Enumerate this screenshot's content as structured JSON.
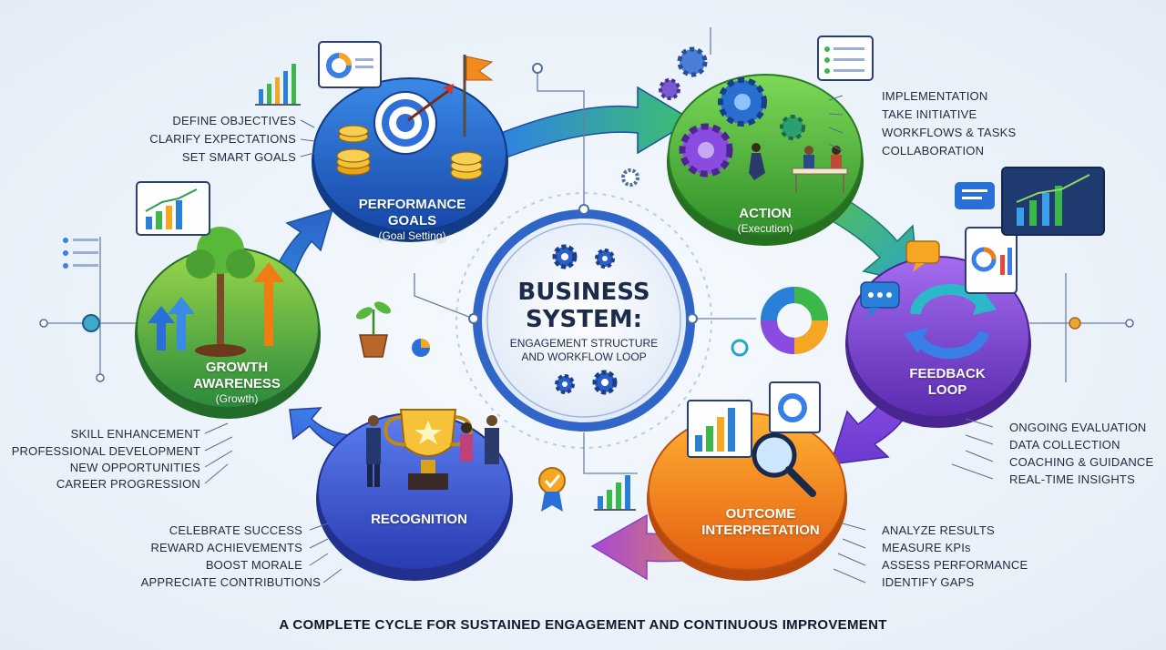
{
  "center": {
    "title_line1": "BUSINESS",
    "title_line2": "SYSTEM:",
    "subtitle_line1": "ENGAGEMENT STRUCTURE",
    "subtitle_line2": "AND WORKFLOW LOOP"
  },
  "stages": {
    "performance_goals": {
      "title_line1": "PERFORMANCE",
      "title_line2": "GOALS",
      "subtitle": "(Goal Setting)",
      "color": "#1e63c9",
      "items": [
        "DEFINE OBJECTIVES",
        "CLARIFY EXPECTATIONS",
        "SET SMART GOALS"
      ]
    },
    "action": {
      "title": "ACTION",
      "subtitle": "(Execution)",
      "color": "#3fae3a",
      "items": [
        "IMPLEMENTATION",
        "TAKE INITIATIVE",
        "WORKFLOWS & TASKS",
        "COLLABORATION"
      ]
    },
    "feedback_loop": {
      "title_line1": "FEEDBACK",
      "title_line2": "LOOP",
      "color": "#7b3fd0",
      "items": [
        "ONGOING EVALUATION",
        "DATA COLLECTION",
        "COACHING & GUIDANCE",
        "REAL-TIME INSIGHTS"
      ]
    },
    "outcome_interpretation": {
      "title_line1": "OUTCOME",
      "title_line2": "INTERPRETATION",
      "color": "#f07c12",
      "items": [
        "ANALYZE RESULTS",
        "MEASURE KPIs",
        "ASSESS PERFORMANCE",
        "IDENTIFY GAPS"
      ]
    },
    "recognition": {
      "title": "RECOGNITION",
      "color": "#3a55c8",
      "items": [
        "CELEBRATE SUCCESS",
        "REWARD ACHIEVEMENTS",
        "BOOST MORALE",
        "APPRECIATE CONTRIBUTIONS"
      ]
    },
    "growth_awareness": {
      "title_line1": "GROWTH",
      "title_line2": "AWARENESS",
      "subtitle": "(Growth)",
      "color": "#3f9e34",
      "items": [
        "SKILL ENHANCEMENT",
        "PROFESSIONAL DEVELOPMENT",
        "NEW OPPORTUNITIES",
        "CAREER PROGRESSION"
      ]
    }
  },
  "icons": [
    "target-icon",
    "flag-icon",
    "coins-icon",
    "gear-icon",
    "trophy-icon",
    "magnifier-icon",
    "chat-bubble-icon",
    "tree-icon",
    "bar-chart-icon",
    "pie-chart-icon",
    "refresh-cycle-icon",
    "medal-icon",
    "plant-icon"
  ],
  "footer": "A COMPLETE CYCLE FOR SUSTAINED ENGAGEMENT AND CONTINUOUS IMPROVEMENT"
}
